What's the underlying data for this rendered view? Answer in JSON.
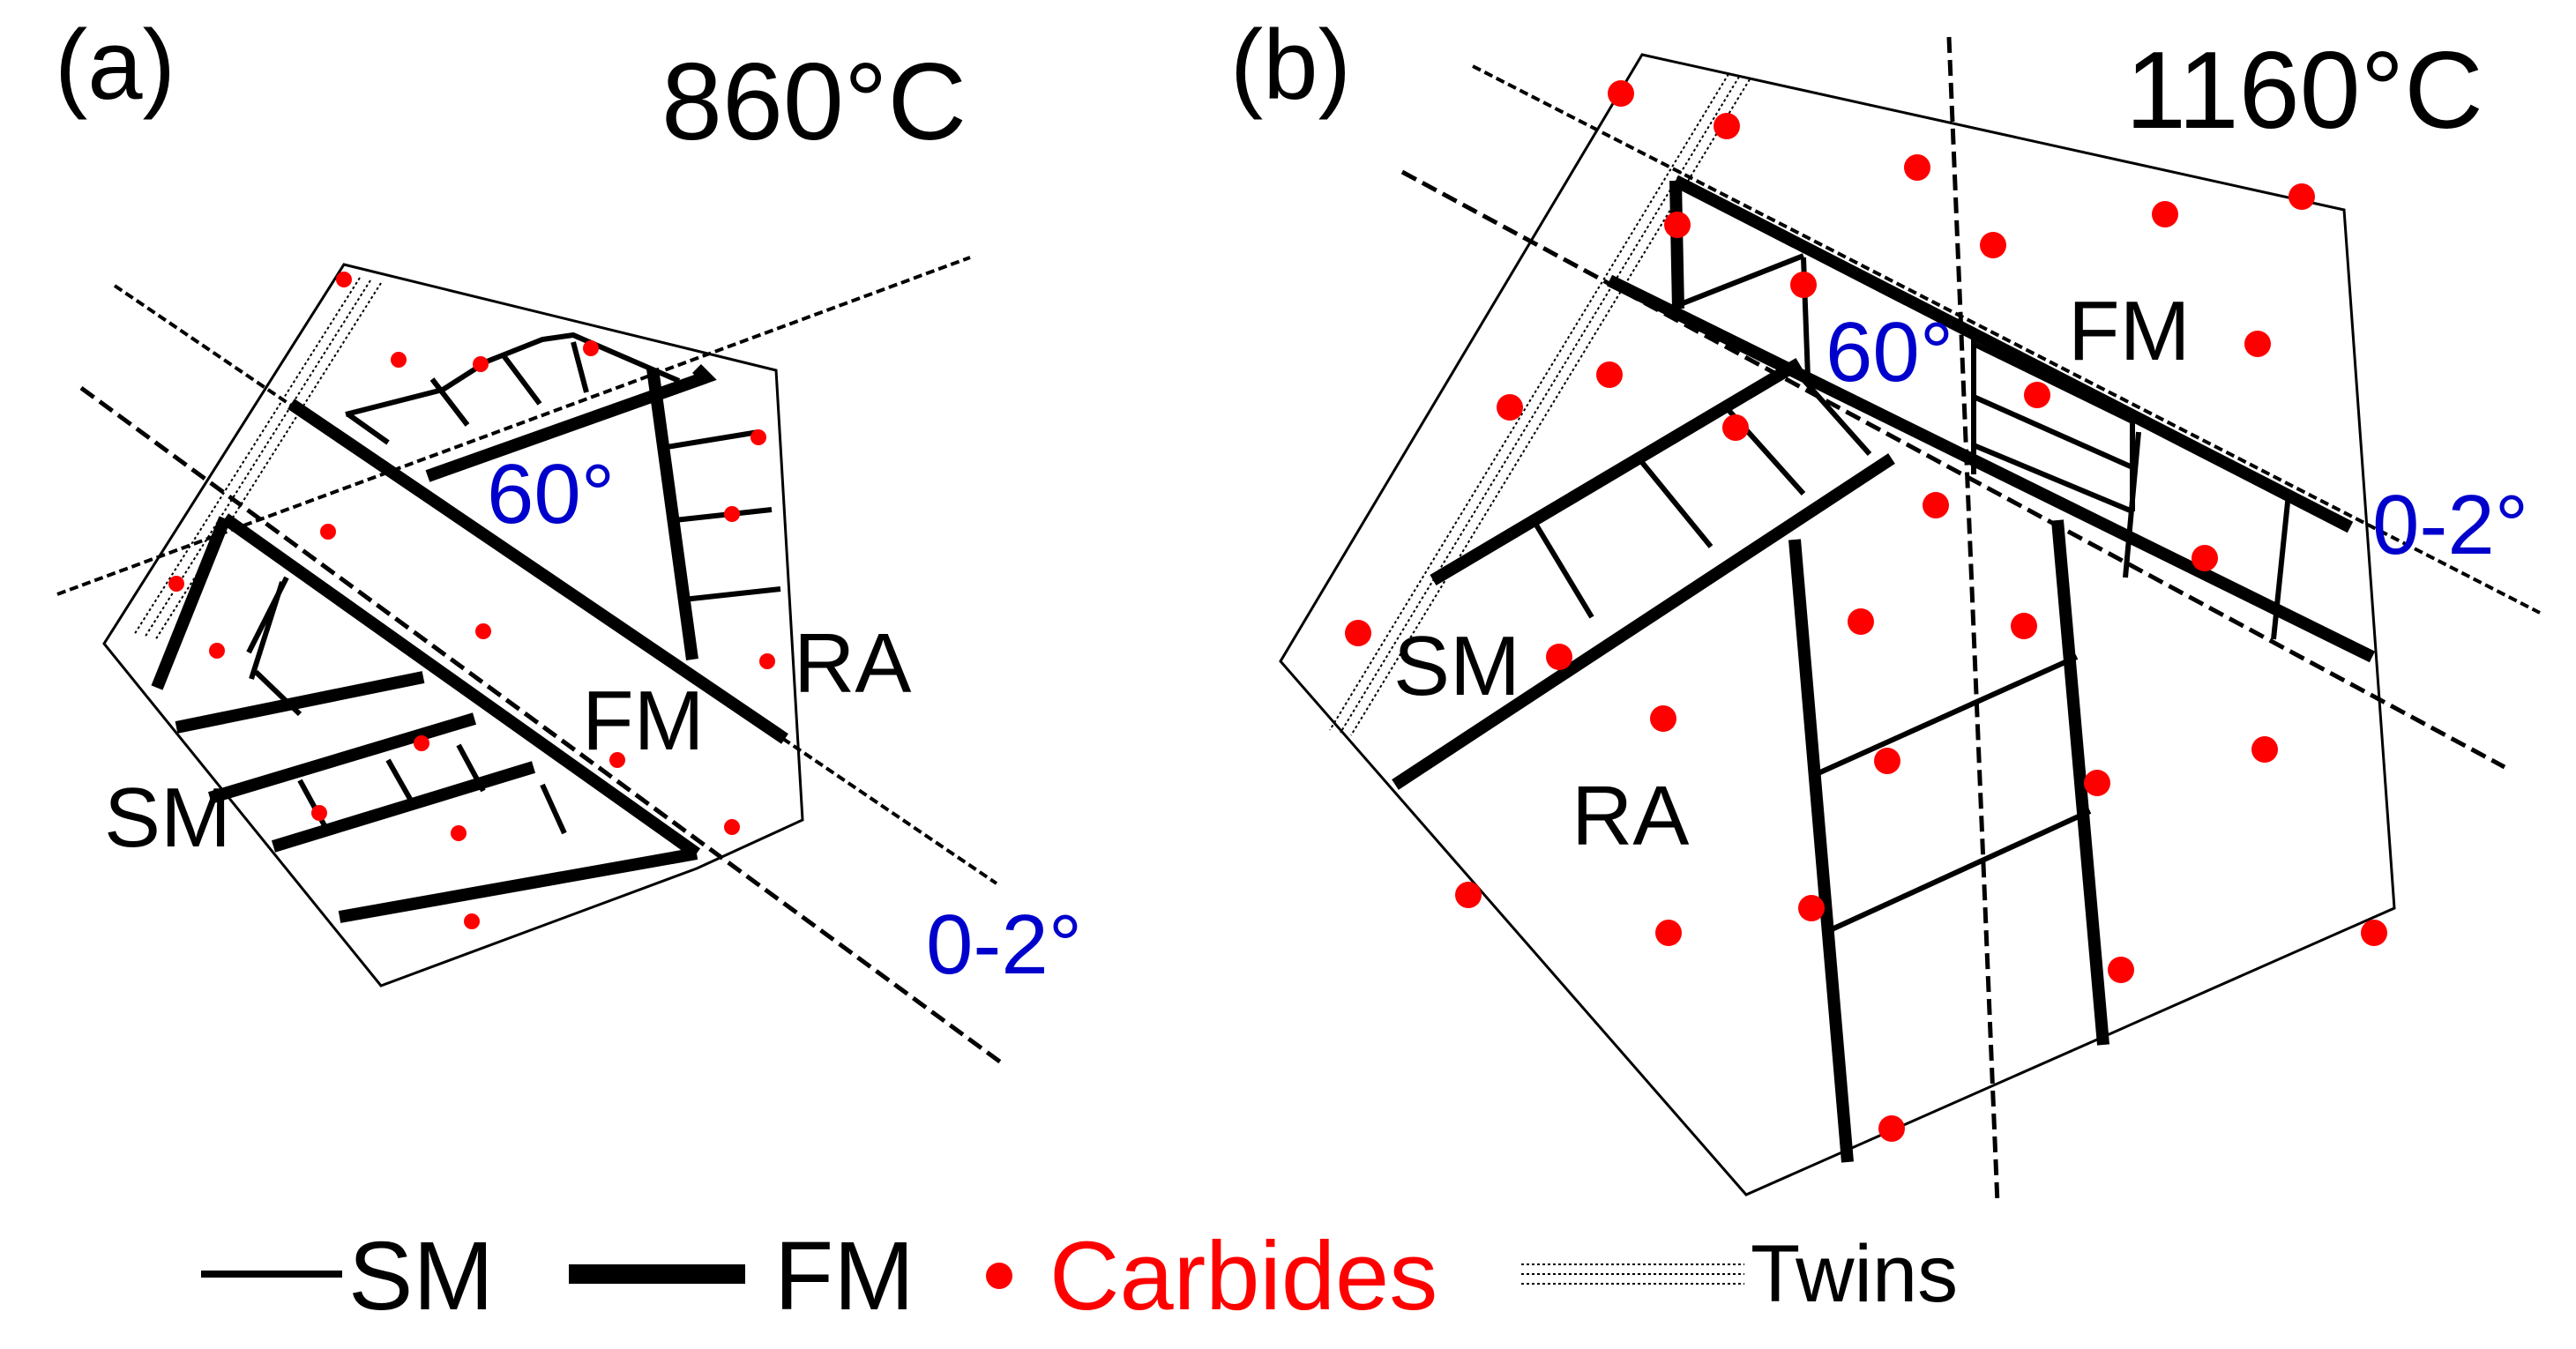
{
  "panel_a": {
    "label": "(a)",
    "temperature": "860°C",
    "angle_60": "60°",
    "angle_02": "0-2°",
    "sm_label": "SM",
    "fm_label": "FM",
    "ra_label": "RA"
  },
  "panel_b": {
    "label": "(b)",
    "temperature": "1160°C",
    "angle_60": "60°",
    "angle_02": "0-2°",
    "sm_label": "SM",
    "fm_label": "FM",
    "ra_label": "RA"
  },
  "legend": {
    "sm": "SM",
    "fm": "FM",
    "carbides": "Carbides",
    "twins": "Twins"
  },
  "colors": {
    "carbide": "#ff0000",
    "angle_text": "#0000cc",
    "line": "#000000"
  }
}
